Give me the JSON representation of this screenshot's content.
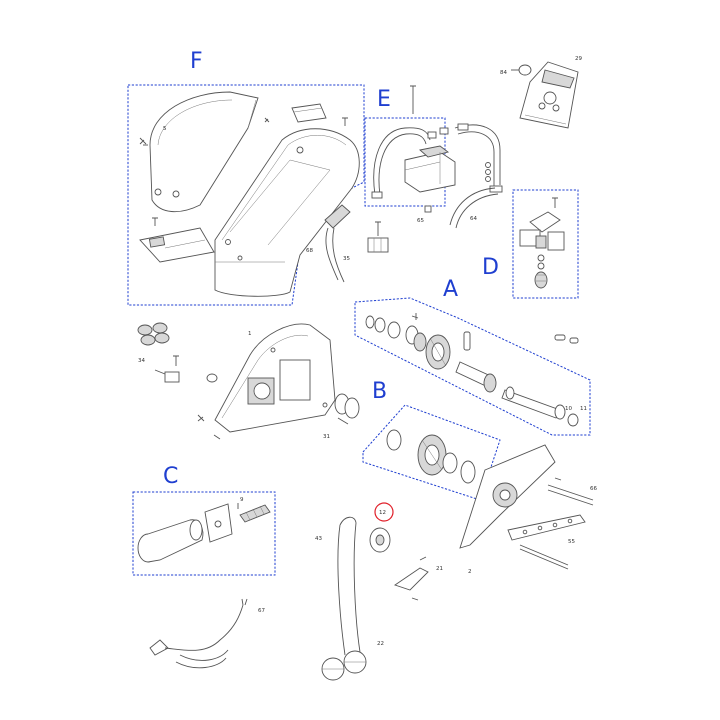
{
  "groups": {
    "F": "F",
    "E": "E",
    "D": "D",
    "A": "A",
    "B": "B",
    "C": "C"
  },
  "callouts": {
    "c5": "5",
    "c29": "29",
    "c84": "84",
    "c65": "65",
    "c64": "64",
    "c35": "35",
    "c68": "68",
    "c1": "1",
    "c34": "34",
    "c31": "31",
    "c9": "9",
    "c10": "10",
    "c11": "11",
    "c12": "12",
    "c43": "43",
    "c21": "21",
    "c22": "22",
    "c2": "2",
    "c55": "55",
    "c66": "66",
    "c67": "67"
  },
  "colors": {
    "group_letter": "#1f3fd0",
    "group_border": "#1f3fd0",
    "highlight_circle": "#e0202a",
    "linework": "#555555"
  }
}
